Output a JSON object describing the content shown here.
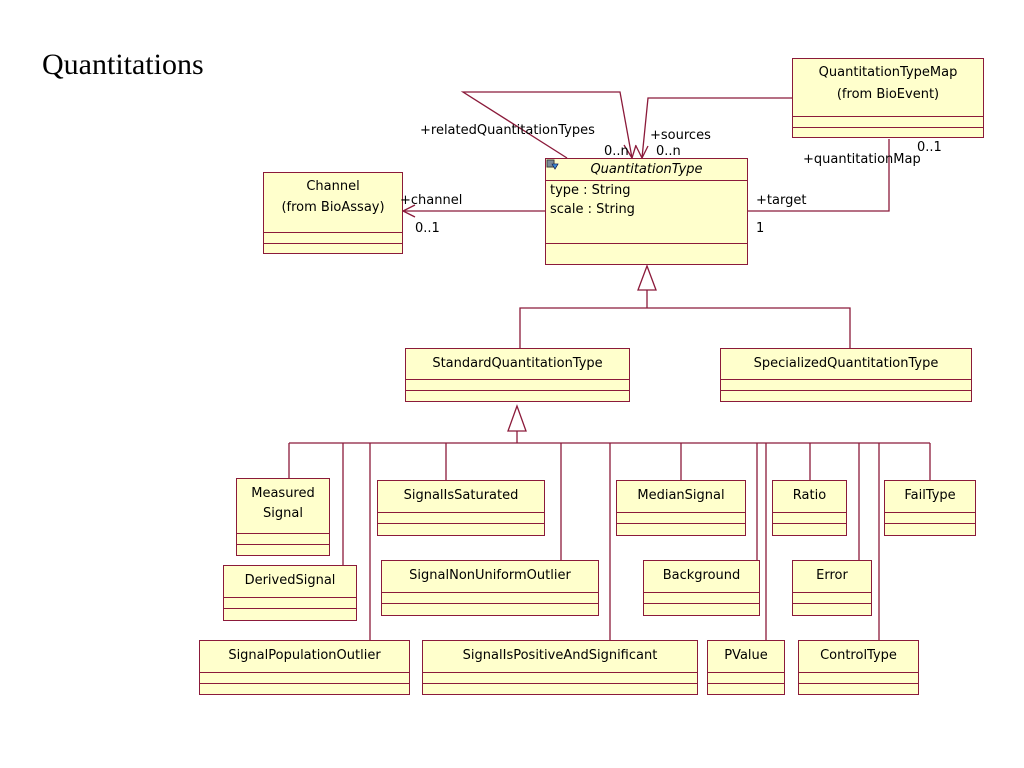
{
  "title": "Quantitations",
  "classes": {
    "quantitation_type": {
      "name": "QuantitationType",
      "attrs": [
        "type : String",
        "scale : String"
      ]
    },
    "channel": {
      "name": "Channel",
      "from": "(from BioAssay)"
    },
    "quantitation_type_map": {
      "name": "QuantitationTypeMap",
      "from": "(from BioEvent)"
    },
    "standard": {
      "name": "StandardQuantitationType"
    },
    "specialized": {
      "name": "SpecializedQuantitationType"
    },
    "measured_signal": {
      "line1": "Measured",
      "line2": "Signal"
    },
    "derived_signal": {
      "name": "DerivedSignal"
    },
    "signal_population_outlier": {
      "name": "SignalPopulationOutlier"
    },
    "signal_is_saturated": {
      "name": "SignalIsSaturated"
    },
    "signal_non_uniform_outlier": {
      "name": "SignalNonUniformOutlier"
    },
    "signal_is_positive": {
      "name": "SignalIsPositiveAndSignificant"
    },
    "median_signal": {
      "name": "MedianSignal"
    },
    "background": {
      "name": "Background"
    },
    "pvalue": {
      "name": "PValue"
    },
    "ratio": {
      "name": "Ratio"
    },
    "error": {
      "name": "Error"
    },
    "control_type": {
      "name": "ControlType"
    },
    "fail_type": {
      "name": "FailType"
    }
  },
  "labels": {
    "related": "+relatedQuantitationTypes",
    "sources": "+sources",
    "mult_related": "0..n",
    "mult_sources": "0..n",
    "channel_role": "+channel",
    "channel_mult": "0..1",
    "target_role": "+target",
    "target_mult": "1",
    "map_role": "+quantitationMap",
    "map_mult": "0..1"
  },
  "colors": {
    "line": "#8b1a3a",
    "fill": "#ffffcc"
  }
}
